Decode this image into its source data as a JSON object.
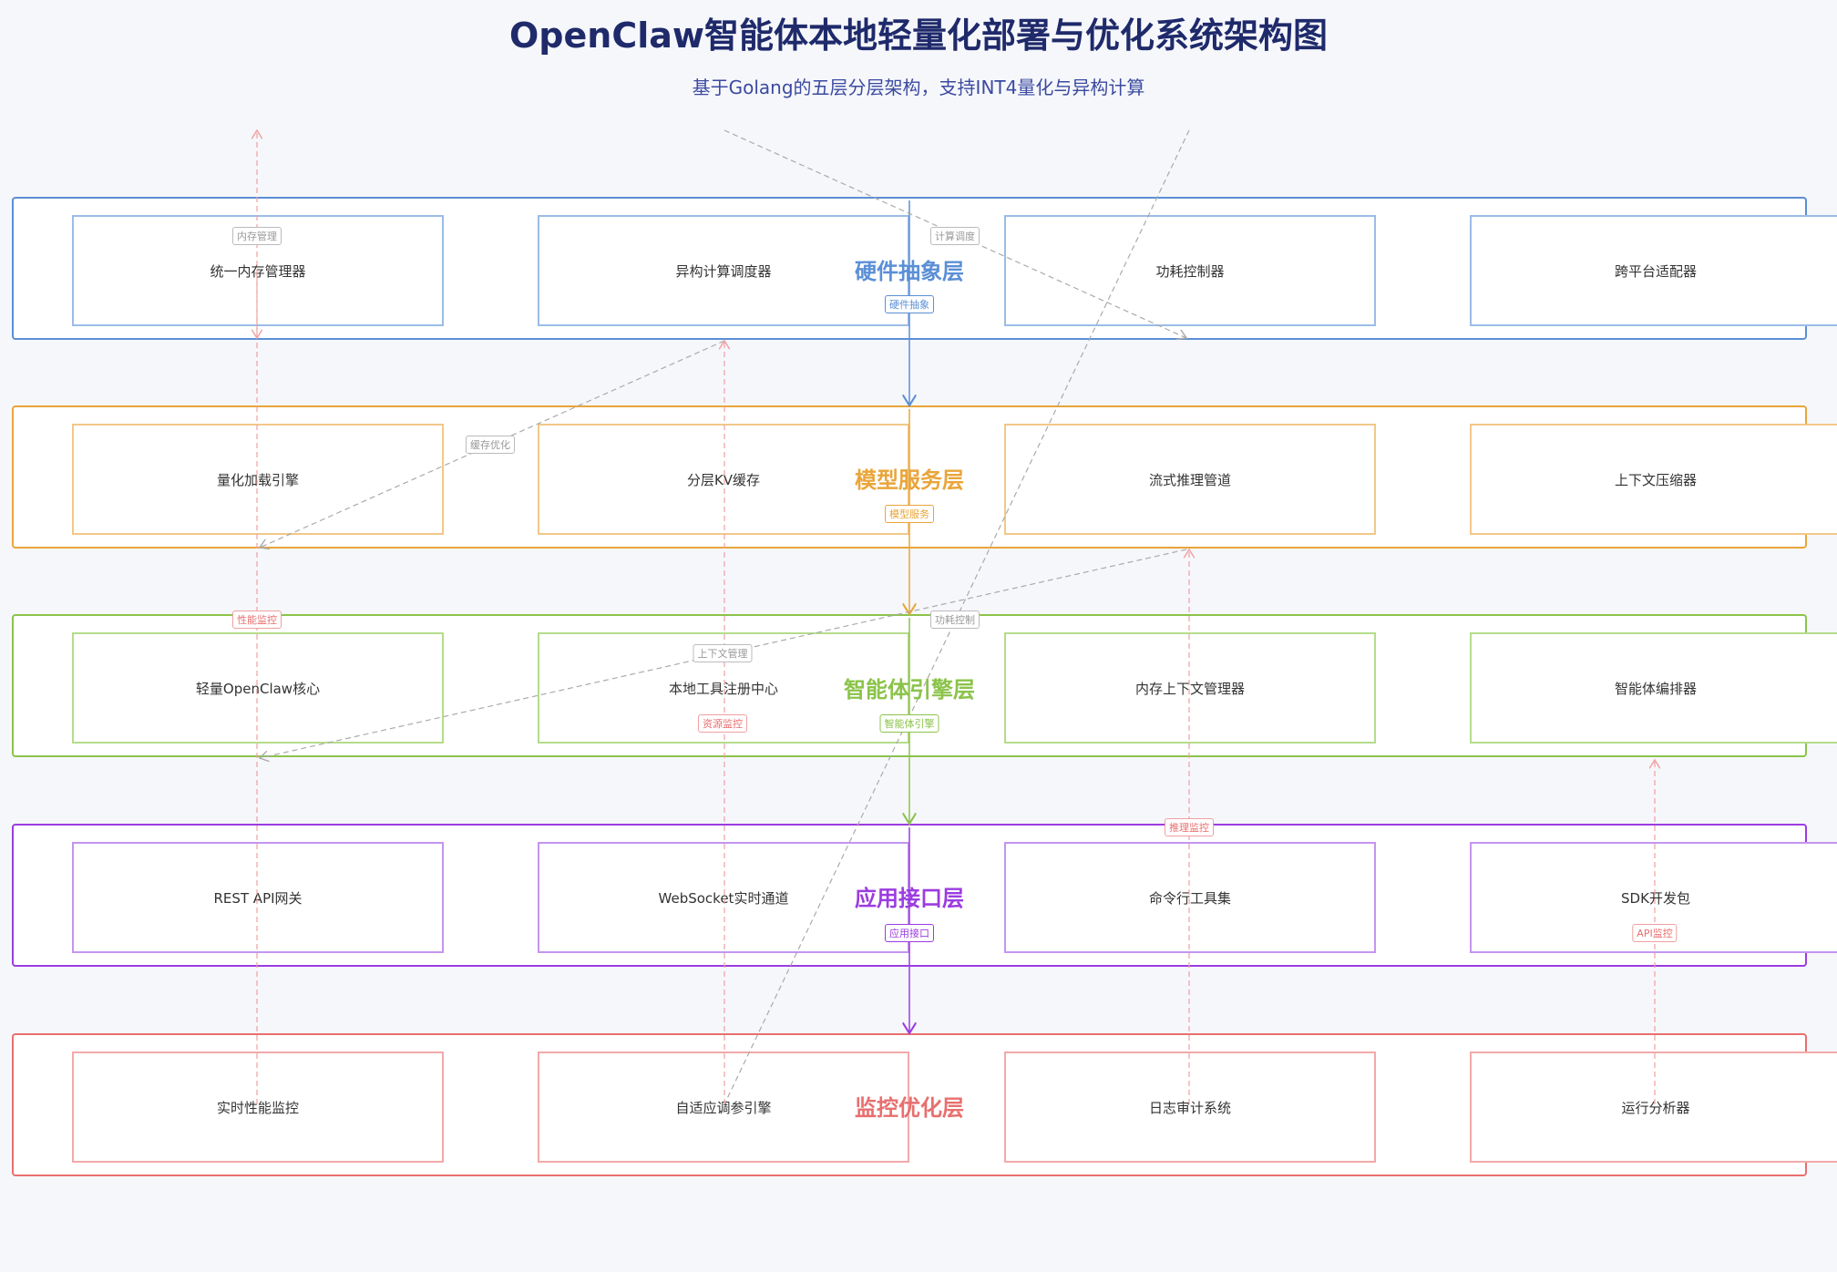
{
  "title": "OpenClaw智能体本地轻量化部署与优化系统架构图",
  "subtitle": "基于Golang的五层分层架构，支持INT4量化与异构计算",
  "colors": {
    "hardware": "#5b8fd6",
    "model": "#e9a53a",
    "agent": "#8bc34a",
    "app": "#9b3ce0",
    "monitor": "#e86f6f",
    "link_gray": "#aaaaaa",
    "link_red": "#f0a0a0"
  },
  "layers": [
    {
      "id": "hardware",
      "title": "硬件抽象层",
      "tag": "硬件抽象",
      "nodes": [
        "统一内存管理器",
        "异构计算调度器",
        "功耗控制器",
        "跨平台适配器"
      ]
    },
    {
      "id": "model",
      "title": "模型服务层",
      "tag": "模型服务",
      "nodes": [
        "量化加载引擎",
        "分层KV缓存",
        "流式推理管道",
        "上下文压缩器"
      ]
    },
    {
      "id": "agent",
      "title": "智能体引擎层",
      "tag": "智能体引擎",
      "nodes": [
        "轻量OpenClaw核心",
        "本地工具注册中心",
        "内存上下文管理器",
        "智能体编排器"
      ]
    },
    {
      "id": "app",
      "title": "应用接口层",
      "tag": "应用接口",
      "nodes": [
        "REST API网关",
        "WebSocket实时通道",
        "命令行工具集",
        "SDK开发包"
      ]
    },
    {
      "id": "monitor",
      "title": "监控优化层",
      "tag": "",
      "nodes": [
        "实时性能监控",
        "自适应调参引擎",
        "日志审计系统",
        "运行分析器"
      ]
    }
  ],
  "edge_labels": {
    "memory_mgmt": "内存管理",
    "compute_sched": "计算调度",
    "cache_opt": "缓存优化",
    "perf_monitor": "性能监控",
    "power_ctrl": "功耗控制",
    "context_mgmt": "上下文管理",
    "resource_monitor": "资源监控",
    "inference_monitor": "推理监控",
    "api_monitor": "API监控"
  }
}
